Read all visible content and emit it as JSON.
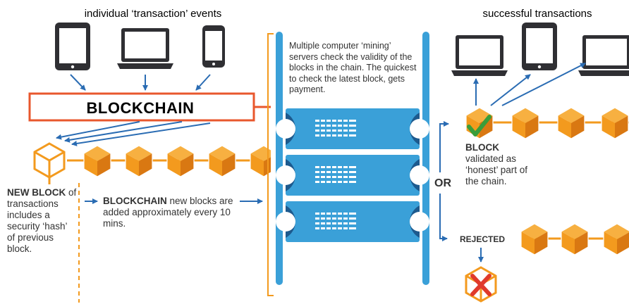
{
  "header": {
    "left_title": "individual ‘transaction’ events",
    "right_title": "successful transactions"
  },
  "banner": {
    "label": "BLOCKCHAIN"
  },
  "new_block_note": {
    "bold": "NEW BLOCK",
    "rest": " of transactions includes a security ‘hash’ of previous block."
  },
  "added_note": {
    "bold": "BLOCKCHAIN",
    "rest": " new blocks are added approximately every 10 mins."
  },
  "mining_note": "Multiple computer ‘mining’ servers check the validity of the blocks in the chain. The quickest to check the latest block, gets payment.",
  "or_label": "OR",
  "validated_note": {
    "bold": "BLOCK",
    "rest": " validated as ‘honest’ part of the chain."
  },
  "rejected_label": "REJECTED",
  "colors": {
    "orange": "#f39a1e",
    "orange_dark": "#d97812",
    "orange_light": "#f7b041",
    "red": "#e8572d",
    "blue": "#2a6cb3",
    "server_blue": "#3aa0d8",
    "dark": "#333333",
    "green": "#3a9d3a",
    "reject_red": "#e03a2b"
  },
  "icons": [
    "tablet-icon",
    "laptop-icon",
    "phone-icon",
    "server-icon",
    "checkmark-icon",
    "cross-icon"
  ]
}
